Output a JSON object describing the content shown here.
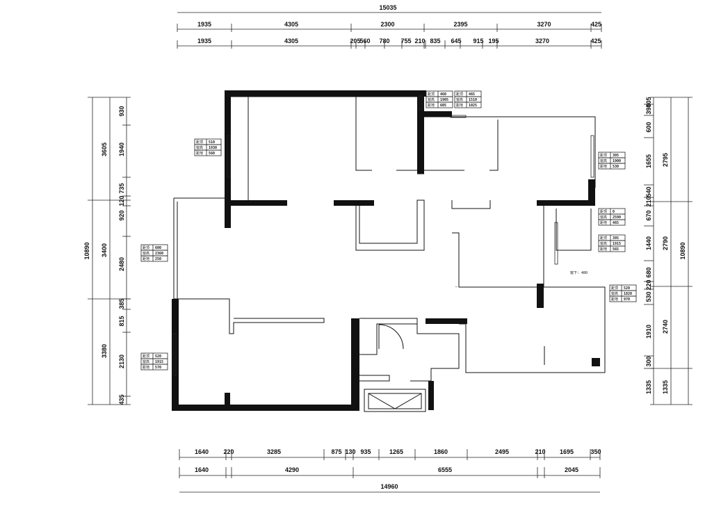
{
  "top_dims": {
    "total": "15035",
    "row1": [
      "1935",
      "4305",
      "2300",
      "2395",
      "3270",
      "425"
    ],
    "row2": [
      "1935",
      "4305",
      "205",
      "560",
      "780",
      "755",
      "210",
      "835",
      "645",
      "915",
      "195",
      "3270",
      "425"
    ]
  },
  "bottom_dims": {
    "row1": [
      "1640",
      "220",
      "3285",
      "875",
      "130",
      "935",
      "1265",
      "1860",
      "2495",
      "210",
      "1695",
      "350"
    ],
    "row2": [
      "1640",
      "4290",
      "6555",
      "2045"
    ],
    "total": "14960"
  },
  "left_dims": {
    "total": "10890",
    "mid": [
      "3605",
      "3400",
      "3380"
    ],
    "inner": [
      "930",
      "1940",
      "735",
      "120",
      "920",
      "2480",
      "385",
      "815",
      "2130",
      "435"
    ]
  },
  "right_dims": {
    "total": "10890",
    "mid": [
      "2795",
      "2790",
      "2740",
      "1335"
    ],
    "inner": [
      "405",
      "395",
      "600",
      "1655",
      "540",
      "210",
      "670",
      "1440",
      "680",
      "220",
      "530",
      "1910",
      "300",
      "1335"
    ]
  },
  "window_tags": [
    {
      "labels": [
        "距顶",
        "窗高",
        "距地"
      ],
      "values": [
        "460",
        "1905",
        "605"
      ]
    },
    {
      "labels": [
        "距顶",
        "窗高",
        "距地"
      ],
      "values": [
        "465",
        "1510",
        "1025"
      ]
    },
    {
      "labels": [
        "距顶",
        "窗高",
        "距地"
      ],
      "values": [
        "510",
        "1930",
        "560"
      ]
    },
    {
      "labels": [
        "距顶",
        "窗高",
        "距地"
      ],
      "values": [
        "395",
        "1900",
        "530"
      ]
    },
    {
      "labels": [
        "距顶",
        "窗高",
        "距地"
      ],
      "values": [
        "0",
        "2590",
        "465"
      ]
    },
    {
      "labels": [
        "距顶",
        "窗高",
        "距地"
      ],
      "values": [
        "395",
        "1915",
        "565"
      ]
    },
    {
      "labels": [
        "距顶",
        "窗高",
        "距地"
      ],
      "values": [
        "600",
        "2360",
        "250"
      ]
    },
    {
      "labels": [
        "距顶",
        "窗高",
        "距地"
      ],
      "values": [
        "520",
        "1820",
        "970"
      ]
    },
    {
      "labels": [
        "距顶",
        "窗高",
        "距地"
      ],
      "values": [
        "520",
        "1915",
        "570"
      ]
    }
  ],
  "misc_label": "窗下: 480"
}
